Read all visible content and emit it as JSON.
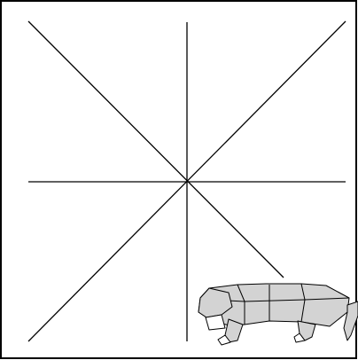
{
  "diagram": {
    "frame": {
      "stroke": "#000000",
      "fill": "#ffffff"
    },
    "fold_lines": [
      "vertical",
      "horizontal",
      "diagonal",
      "anti-diagonal"
    ],
    "illustration": {
      "subject": "origami-animal",
      "fill": "#d3d3d3",
      "stroke": "#000000",
      "accent_fill": "#ffffff"
    }
  }
}
